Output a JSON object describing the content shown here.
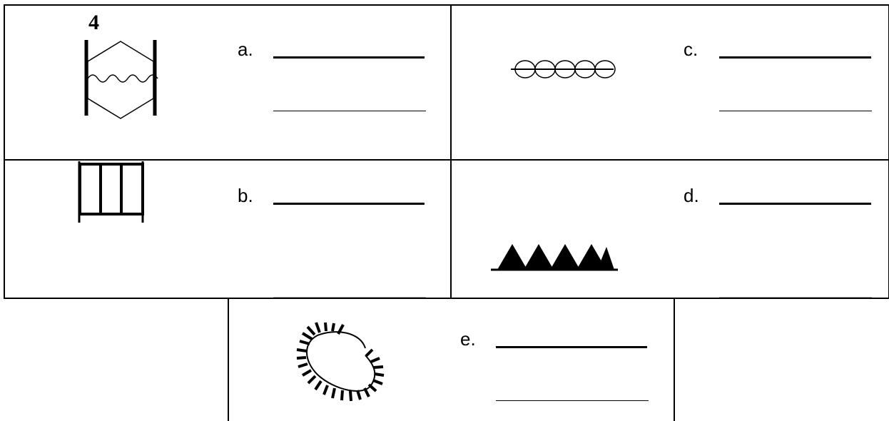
{
  "worksheet": {
    "cells": [
      {
        "id": "a",
        "label": "a.",
        "number": "4",
        "symbol": "hexagon-wavy-line-icon"
      },
      {
        "id": "b",
        "label": "b.",
        "symbol": "three-bar-grid-icon"
      },
      {
        "id": "c",
        "label": "c.",
        "symbol": "loop-chain-icon"
      },
      {
        "id": "d",
        "label": "d.",
        "symbol": "triangle-row-icon"
      },
      {
        "id": "e",
        "label": "e.",
        "symbol": "hatched-curve-icon"
      }
    ]
  }
}
